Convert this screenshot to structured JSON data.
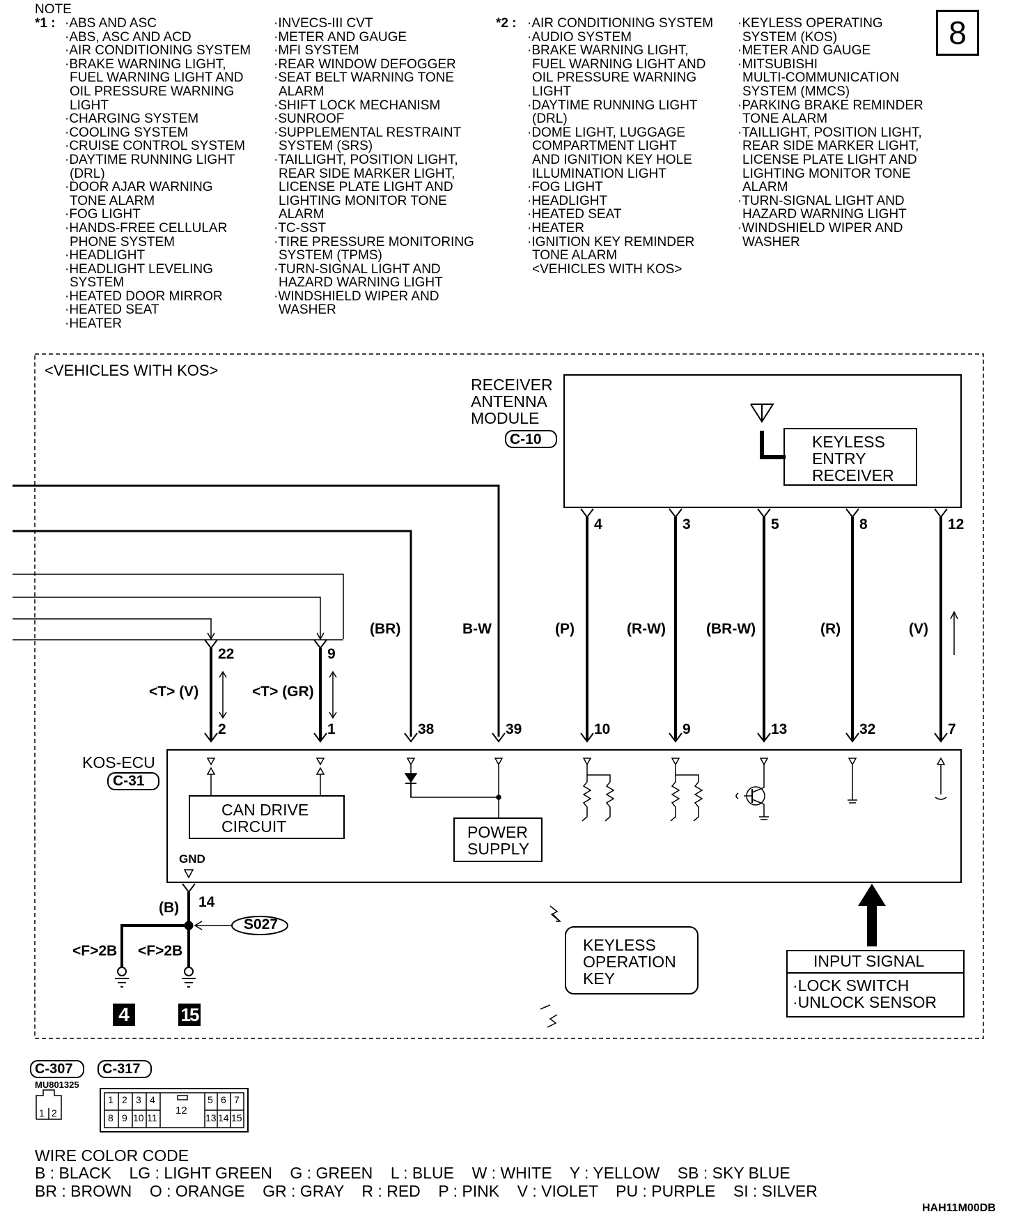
{
  "page_number": "8",
  "note_title": "NOTE",
  "star1": "*1 :",
  "star2": "*2 :",
  "col1": [
    "·ABS AND ASC",
    "·ABS, ASC AND ACD",
    "·AIR CONDITIONING SYSTEM",
    "·BRAKE WARNING LIGHT,",
    "FUEL WARNING LIGHT AND",
    "OIL PRESSURE WARNING",
    "LIGHT",
    "·CHARGING SYSTEM",
    "·COOLING SYSTEM",
    "·CRUISE CONTROL SYSTEM",
    "·DAYTIME RUNNING LIGHT",
    "(DRL)",
    "·DOOR AJAR WARNING",
    "TONE ALARM",
    "·FOG LIGHT",
    "·HANDS-FREE CELLULAR",
    "PHONE SYSTEM",
    "·HEADLIGHT",
    "·HEADLIGHT LEVELING",
    "SYSTEM",
    "·HEATED DOOR MIRROR",
    "·HEATED SEAT",
    "·HEATER"
  ],
  "col2": [
    "·INVECS-III CVT",
    "·METER AND GAUGE",
    "·MFI SYSTEM",
    "·REAR WINDOW DEFOGGER",
    "·SEAT BELT WARNING TONE",
    "ALARM",
    "·SHIFT LOCK MECHANISM",
    "·SUNROOF",
    "·SUPPLEMENTAL RESTRAINT",
    "SYSTEM (SRS)",
    "·TAILLIGHT, POSITION LIGHT,",
    "REAR SIDE MARKER LIGHT,",
    "LICENSE PLATE LIGHT AND",
    "LIGHTING MONITOR TONE",
    "ALARM",
    "·TC-SST",
    "·TIRE PRESSURE MONITORING",
    "SYSTEM (TPMS)",
    "·TURN-SIGNAL LIGHT AND",
    "HAZARD WARNING LIGHT",
    "·WINDSHIELD WIPER AND",
    "WASHER"
  ],
  "col3": [
    "·AIR CONDITIONING SYSTEM",
    "·AUDIO SYSTEM",
    "·BRAKE WARNING LIGHT,",
    "FUEL WARNING LIGHT AND",
    "OIL PRESSURE WARNING",
    "LIGHT",
    "·DAYTIME RUNNING LIGHT",
    "(DRL)",
    "·DOME LIGHT, LUGGAGE",
    "COMPARTMENT LIGHT",
    "AND IGNITION KEY HOLE",
    "ILLUMINATION LIGHT",
    "·FOG LIGHT",
    "·HEADLIGHT",
    "·HEATED SEAT",
    "·HEATER",
    "·IGNITION KEY REMINDER",
    "TONE ALARM",
    "<VEHICLES WITH KOS>"
  ],
  "col4": [
    "·KEYLESS OPERATING",
    "SYSTEM (KOS)",
    "·METER AND GAUGE",
    "·MITSUBISHI",
    "MULTI-COMMUNICATION",
    "SYSTEM (MMCS)",
    "·PARKING BRAKE REMINDER",
    "TONE ALARM",
    "·TAILLIGHT, POSITION LIGHT,",
    "REAR SIDE MARKER LIGHT,",
    "LICENSE PLATE LIGHT AND",
    "LIGHTING MONITOR TONE",
    "ALARM",
    "·TURN-SIGNAL LIGHT AND",
    "HAZARD WARNING LIGHT",
    "·WINDSHIELD WIPER AND",
    "WASHER"
  ],
  "diagram": {
    "frame_title": "<VEHICLES WITH KOS>",
    "receiver_name": "RECEIVER\nANTENNA\nMODULE",
    "receiver_conn": "C-10",
    "keyless_entry": "KEYLESS\nENTRY\nRECEIVER",
    "ecu_name": "KOS-ECU",
    "ecu_conn": "C-31",
    "can_drive": "CAN DRIVE\nCIRCUIT",
    "power_supply": "POWER\nSUPPLY",
    "gnd": "GND",
    "keyless_key": "KEYLESS\nOPERATION\nKEY",
    "input_signal_title": "INPUT SIGNAL",
    "input_signal_items": "·LOCK SWITCH\n·UNLOCK SENSOR",
    "splice": "S027",
    "ground_wire": "(B)",
    "ground_pin": "14",
    "ground_left": "<F>2B",
    "ground_right": "<F>2B",
    "ground_ref_a": "4",
    "ground_ref_b": "15",
    "can_left_top": "22",
    "can_left_bottom": "2",
    "can_left_label": "<T> (V)",
    "can_right_top": "9",
    "can_right_bottom": "1",
    "can_right_label": "<T> (GR)",
    "wires": [
      {
        "color": "(BR)",
        "top": "",
        "bottom": "38"
      },
      {
        "color": "B-W",
        "top": "",
        "bottom": "39"
      },
      {
        "color": "(P)",
        "top": "4",
        "bottom": "10"
      },
      {
        "color": "(R-W)",
        "top": "3",
        "bottom": "9"
      },
      {
        "color": "(BR-W)",
        "top": "5",
        "bottom": "13"
      },
      {
        "color": "(R)",
        "top": "8",
        "bottom": "32"
      },
      {
        "color": "(V)",
        "top": "12",
        "bottom": "7"
      }
    ]
  },
  "connectors": {
    "label_a": "C-307",
    "label_b": "C-317",
    "part_no": "MU801325",
    "small_pins": [
      "1",
      "2"
    ],
    "top_pins": [
      "1",
      "2",
      "3",
      "4",
      "5",
      "6",
      "7"
    ],
    "bottom_pins": [
      "8",
      "9",
      "10",
      "11",
      "13",
      "14",
      "15"
    ],
    "center_pin": "12"
  },
  "wire_color_code": {
    "title": "WIRE COLOR CODE",
    "row1": "B : BLACK    LG : LIGHT GREEN    G : GREEN    L : BLUE    W : WHITE    Y : YELLOW    SB : SKY BLUE",
    "row2": "BR : BROWN    O : ORANGE    GR : GRAY    R : RED    P : PINK    V : VIOLET    PU : PURPLE    SI : SILVER"
  },
  "doc_code": "HAH11M00DB"
}
